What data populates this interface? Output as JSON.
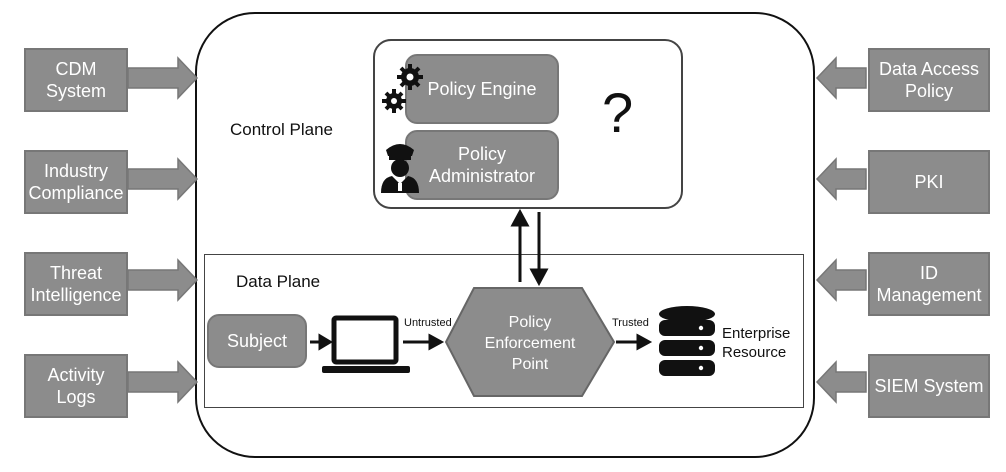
{
  "left_sources": [
    {
      "id": "cdm",
      "label": "CDM\nSystem"
    },
    {
      "id": "industry",
      "label": "Industry\nCompliance"
    },
    {
      "id": "threat",
      "label": "Threat\nIntelligence"
    },
    {
      "id": "activity",
      "label": "Activity\nLogs"
    }
  ],
  "right_sources": [
    {
      "id": "dap",
      "label": "Data Access\nPolicy"
    },
    {
      "id": "pki",
      "label": "PKI"
    },
    {
      "id": "idm",
      "label": "ID\nManagement"
    },
    {
      "id": "siem",
      "label": "SIEM System"
    }
  ],
  "control_plane": {
    "label": "Control Plane",
    "policy_engine": "Policy Engine",
    "policy_administrator": "Policy\nAdministrator",
    "question_mark": "?"
  },
  "data_plane": {
    "label": "Data Plane",
    "subject": "Subject",
    "untrusted": "Untrusted",
    "pep": "Policy\nEnforcement\nPoint",
    "trusted": "Trusted",
    "resource": "Enterprise\nResource"
  },
  "colors": {
    "box_fill": "#8c8c8c",
    "arrow_fill": "#8c8c8c",
    "line": "#111111"
  },
  "icons": [
    "gear-icon",
    "police-officer-icon",
    "laptop-icon",
    "database-icon"
  ]
}
